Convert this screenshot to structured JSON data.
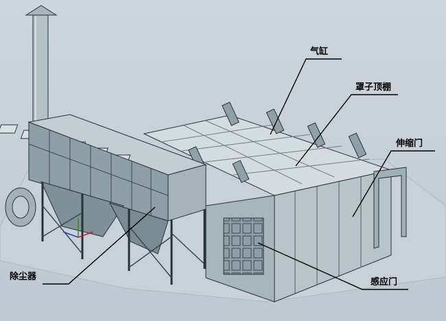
{
  "labels": {
    "cylinder": "气缸",
    "canopy": "罩子顶棚",
    "telescopic_door": "伸缩门",
    "dust_collector": "除尘器",
    "sensor_door": "感应门"
  },
  "colors": {
    "background": "#c8d0d8",
    "ground": "#c9d1d8",
    "steel_light": "#b9c7cb",
    "steel_mid": "#98a9ae",
    "steel_dark": "#5f7077",
    "edge": "#26323a",
    "leader": "#000000"
  },
  "icons": {
    "axis_triad": "xyz-axis-triad-icon"
  }
}
